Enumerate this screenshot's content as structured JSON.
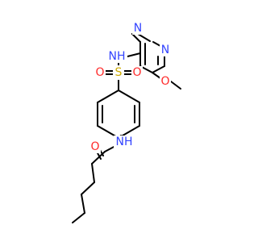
{
  "colors": {
    "bond": "#000000",
    "nitrogen": "#3344ff",
    "oxygen": "#ff2a2a",
    "sulfur": "#ccaa00",
    "hydrogen_on_n": "#3344ff"
  },
  "atoms": {
    "n_pyrazine_top": "N",
    "n_pyrazine_bottom": "N",
    "nh_sulfonamide": "NH",
    "o_methoxy": "O",
    "s_sulfonyl": "S",
    "o_sulfonyl_left": "O",
    "o_sulfonyl_right": "O",
    "nh_amide": "NH",
    "o_carbonyl": "O"
  }
}
